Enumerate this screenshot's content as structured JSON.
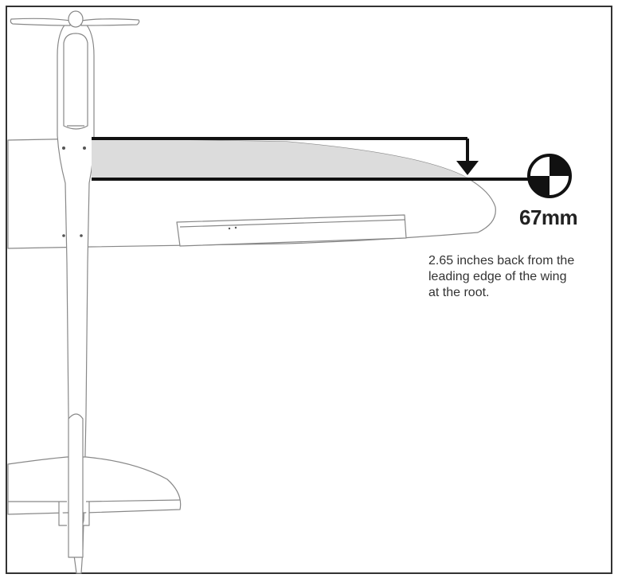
{
  "measurement": {
    "value": "67mm",
    "note_lines": [
      "2.65 inches back from the",
      "leading edge of the wing",
      "at the root."
    ]
  },
  "icons": {
    "cg_marker": "center-of-gravity-icon",
    "arrow": "arrow-down-icon"
  },
  "colors": {
    "outline": "#888888",
    "border": "#333333",
    "shaded_region": "#dcdcdc",
    "line": "#111111"
  }
}
